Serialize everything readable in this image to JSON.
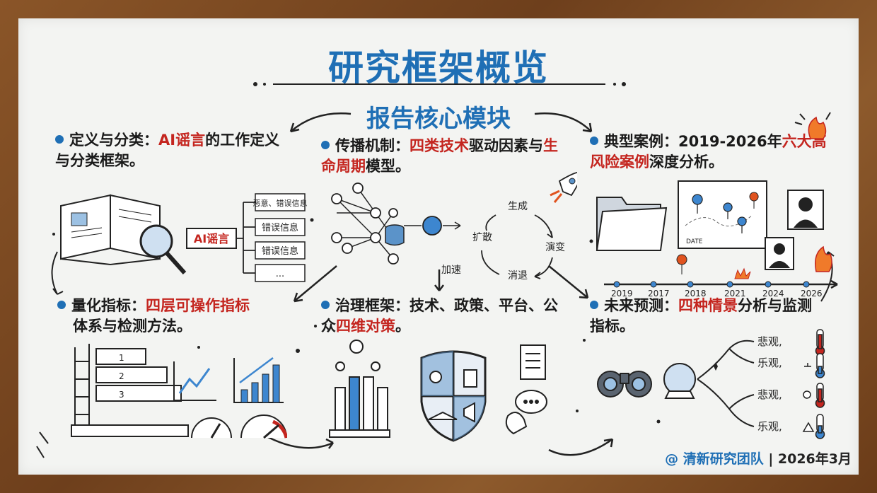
{
  "title": "研究框架概览",
  "subtitle": "报告核心模块",
  "modules": {
    "definition": {
      "pre": "定义与分类：",
      "hl": "AI谣言",
      "post": "的工作定义与分类框架。"
    },
    "propagation": {
      "pre": "传播机制：",
      "hl1": "四类技术",
      "mid": "驱动因素与",
      "hl2": "生命周期",
      "post": "模型。"
    },
    "cases": {
      "pre": "典型案例：2019-2026年",
      "hl": "六大高风险案例",
      "post": "深度分析。"
    },
    "metrics": {
      "pre": "量化指标：",
      "hl": "四层可操作指标",
      "post": "体系与检测方法。"
    },
    "governance": {
      "pre": "治理框架：技术、政策、平台、公众",
      "hl": "四维对策",
      "post": "。"
    },
    "forecast": {
      "pre": "未来预测：",
      "hl": "四种情景",
      "post": "分析与监测指标。"
    }
  },
  "classification": {
    "root": "AI谣言",
    "branches": [
      "恶意、错误信息",
      "错误信息",
      "错误信息",
      "..."
    ]
  },
  "lifecycle": {
    "spread": "扩散",
    "generate": "生成",
    "evolve": "演变",
    "fade": "消退",
    "accelerate": "加速"
  },
  "timeline": {
    "years": [
      "2019",
      "2017",
      "2018",
      "2021",
      "2024",
      "2026"
    ],
    "map_label": "DATE"
  },
  "ruler_labels": [
    "1",
    "2",
    "3"
  ],
  "scenarios": [
    {
      "label": "悲观,",
      "icon": "thermometer-high"
    },
    {
      "label": "乐观,",
      "icon": "thermometer-low"
    },
    {
      "label": "悲观,",
      "icon": "sun-thermometer"
    },
    {
      "label": "乐观,",
      "icon": "warning-thermometer"
    }
  ],
  "footer": {
    "team": "@ 清新研究团队",
    "date": "| 2026年3月"
  },
  "colors": {
    "accent": "#1f6fb5",
    "highlight": "#c4251f",
    "board": "#f3f4f2",
    "frame": "#7a4a22"
  }
}
